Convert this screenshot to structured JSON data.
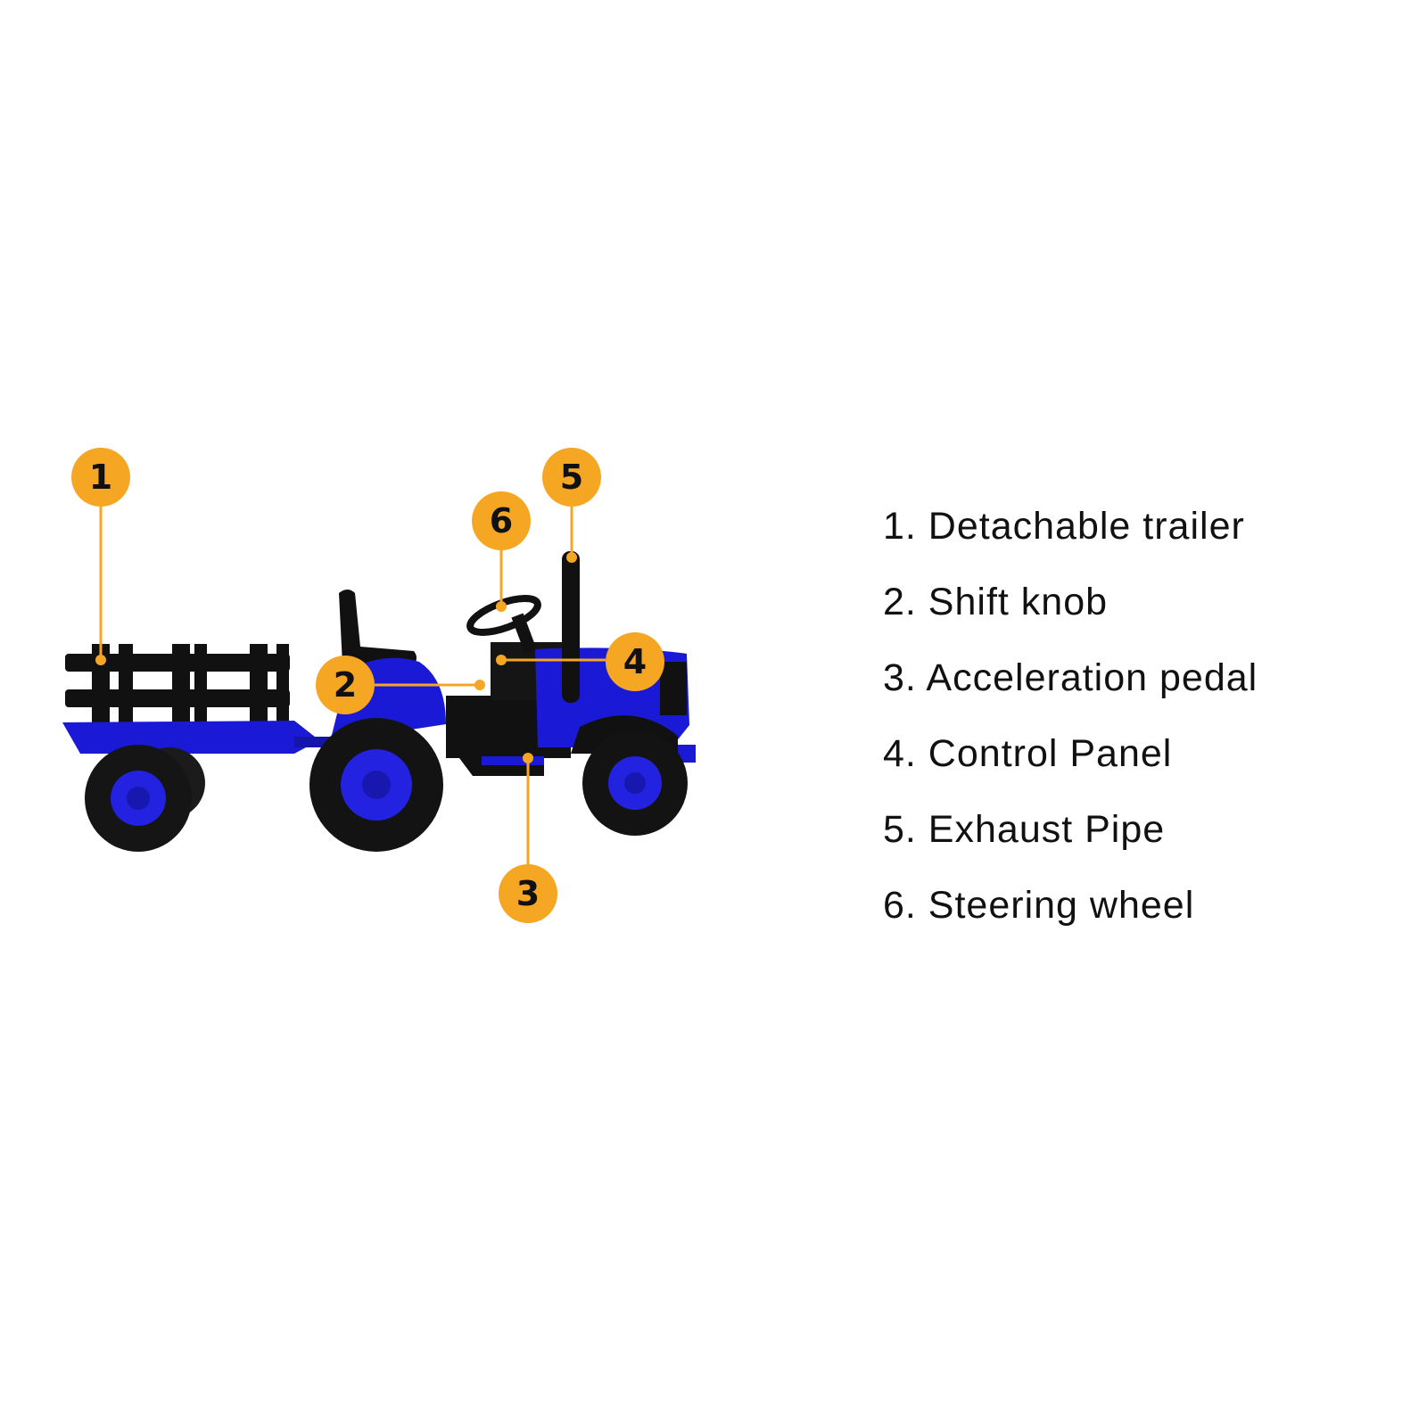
{
  "colors": {
    "callout": "#F5A623",
    "body_blue": "#1a1ad6",
    "black": "#111111",
    "background": "#ffffff"
  },
  "callouts": [
    {
      "number": "1",
      "part": "Detachable trailer"
    },
    {
      "number": "2",
      "part": "Shift knob"
    },
    {
      "number": "3",
      "part": "Acceleration pedal"
    },
    {
      "number": "4",
      "part": "Control Panel"
    },
    {
      "number": "5",
      "part": "Exhaust Pipe"
    },
    {
      "number": "6",
      "part": "Steering wheel"
    }
  ],
  "legend": [
    "1. Detachable trailer",
    "2. Shift knob",
    "3. Acceleration pedal",
    "4. Control Panel",
    "5. Exhaust Pipe",
    "6. Steering wheel"
  ]
}
